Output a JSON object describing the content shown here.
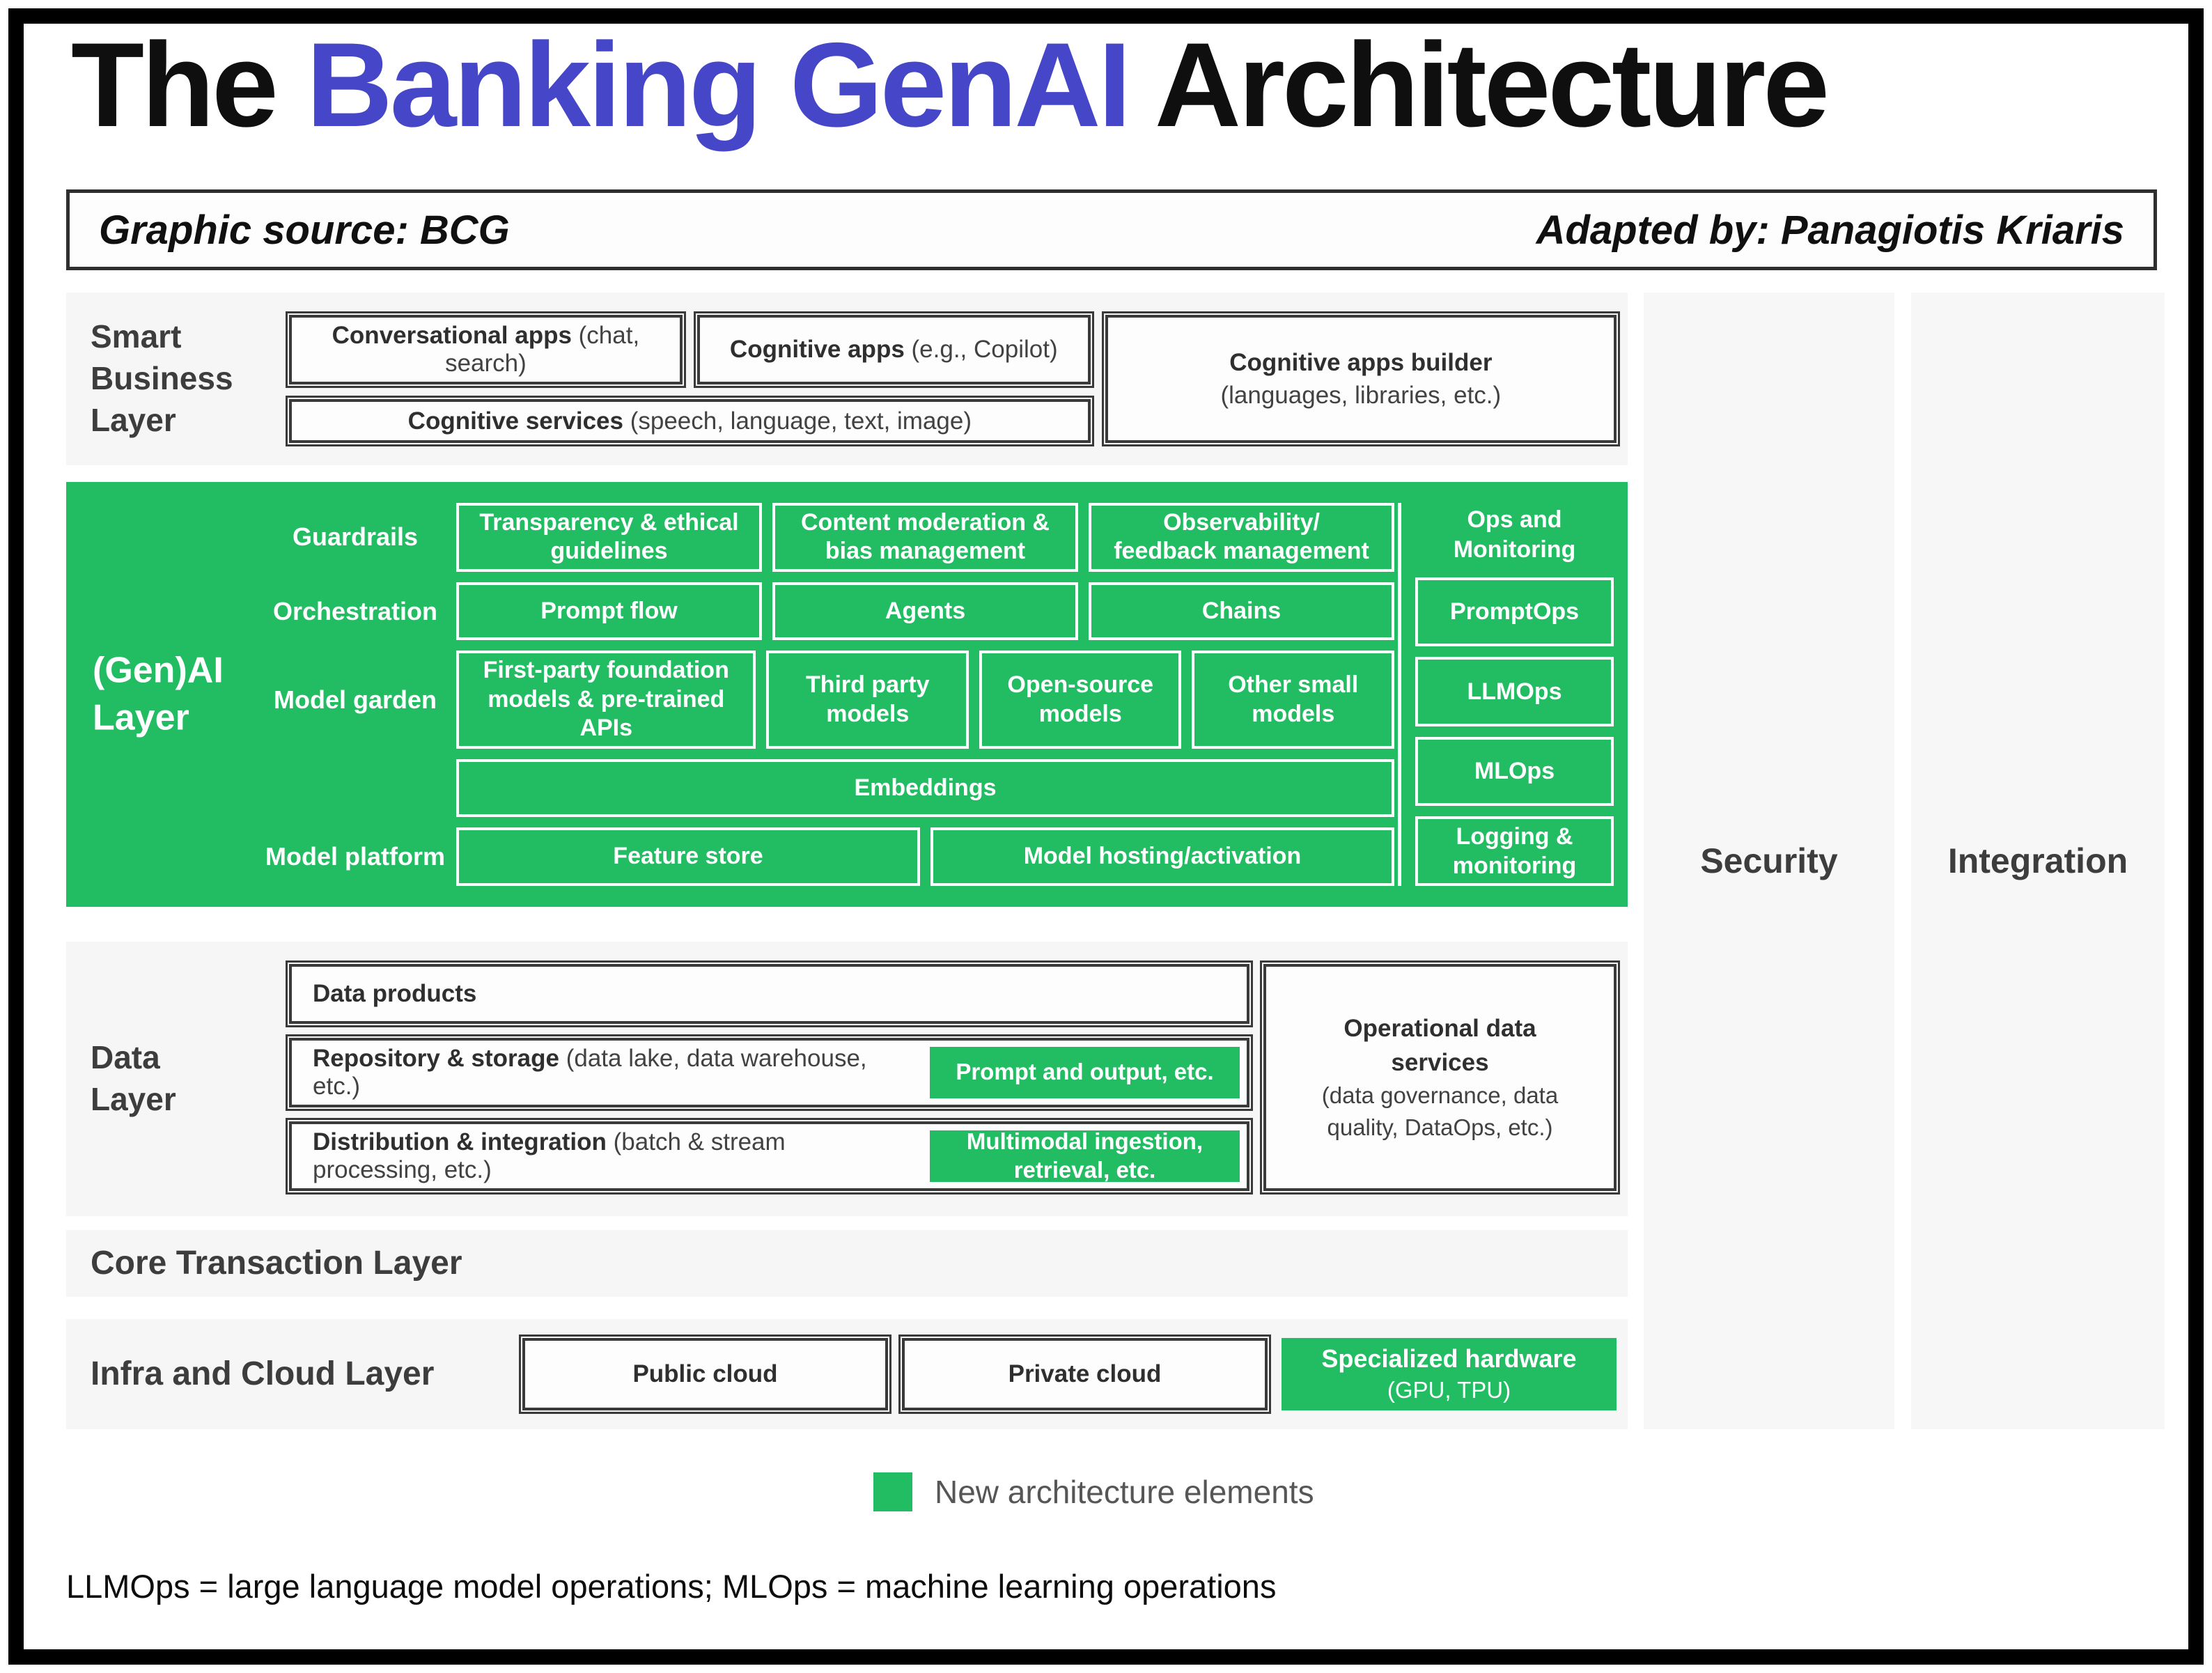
{
  "title": {
    "part1": "The ",
    "part2": "Banking GenAI",
    "part3": " Architecture"
  },
  "attribution": {
    "source": "Graphic source: BCG",
    "adapted_by": "Adapted by: Panagiotis Kriaris"
  },
  "colors": {
    "green": "#22bc62",
    "title_blue": "#4646c8"
  },
  "smart_business_layer": {
    "label": "Smart Business Layer",
    "conversational_apps": {
      "bold": "Conversational apps",
      "rest": " (chat, search)"
    },
    "cognitive_apps": {
      "bold": "Cognitive apps",
      "rest": " (e.g., Copilot)"
    },
    "cognitive_services": {
      "bold": "Cognitive services",
      "rest": " (speech, language, text, image)"
    },
    "cognitive_apps_builder": {
      "bold": "Cognitive apps builder",
      "rest": "(languages, libraries, etc.)"
    }
  },
  "genai_layer": {
    "label": "(Gen)AI Layer",
    "rows": [
      {
        "label": "Guardrails",
        "boxes": [
          "Transparency & ethical guidelines",
          "Content moderation & bias management",
          "Observability/\nfeedback management"
        ]
      },
      {
        "label": "Orchestration",
        "boxes": [
          "Prompt flow",
          "Agents",
          "Chains"
        ]
      },
      {
        "label": "Model garden",
        "boxes": [
          "First-party foundation models & pre-trained APIs",
          "Third party models",
          "Open-source models",
          "Other small models"
        ]
      },
      {
        "label": "",
        "boxes": [
          "Embeddings"
        ]
      },
      {
        "label": "Model platform",
        "boxes": [
          "Feature store",
          "Model hosting/activation"
        ]
      }
    ],
    "ops_column": {
      "heading": "Ops and\nMonitoring",
      "items": [
        "PromptOps",
        "LLMOps",
        "MLOps",
        "Logging & monitoring"
      ]
    }
  },
  "data_layer": {
    "label": "Data Layer",
    "data_products": {
      "bold": "Data products"
    },
    "repository": {
      "bold": "Repository & storage",
      "rest": " (data lake, data warehouse, etc.)",
      "chip": "Prompt and output, etc."
    },
    "distribution": {
      "bold": "Distribution & integration",
      "rest": " (batch & stream processing, etc.)",
      "chip": "Multimodal ingestion, retrieval, etc."
    },
    "operational": {
      "bold": "Operational data services",
      "rest": "(data governance, data quality, DataOps, etc.)"
    }
  },
  "core_transaction_layer": {
    "label": "Core Transaction Layer"
  },
  "infra_layer": {
    "label": "Infra and Cloud Layer",
    "public_cloud": "Public cloud",
    "private_cloud": "Private cloud",
    "specialized_hardware": {
      "bold": "Specialized hardware",
      "rest": "(GPU, TPU)"
    }
  },
  "side_columns": {
    "security": "Security",
    "integration": "Integration"
  },
  "legend": {
    "label": "New architecture elements"
  },
  "footnote": "LLMOps = large language model operations; MLOps = machine learning operations"
}
